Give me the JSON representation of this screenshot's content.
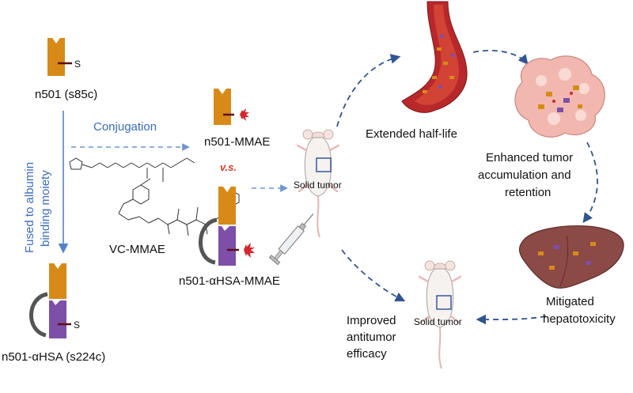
{
  "labels": {
    "n501": "n501 (s85c)",
    "s_top": "S",
    "conjugation": "Conjugation",
    "n501_mmae": "n501-MMAE",
    "vs": "v.s.",
    "fused_line1": "Fused to albumin",
    "fused_line2": "binding moiety",
    "vc_mmae": "VC-MMAE",
    "n501_ahsa_mmae": "n501-αHSA-MMAE",
    "s_bottom": "S",
    "n501_ahsa": "n501-αHSA (s224c)",
    "solid_tumor_1": "Solid tumor",
    "solid_tumor_2": "Solid tumor",
    "extended_half_life": "Extended half-life",
    "enhanced_1": "Enhanced tumor",
    "enhanced_2": "accumulation and",
    "enhanced_3": "retention",
    "mitigated_1": "Mitigated",
    "mitigated_2": "hepatotoxicity",
    "improved_1": "Improved",
    "improved_2": "antitumor",
    "improved_3": "efficacy"
  },
  "colors": {
    "nanobody_orange": "#d88a18",
    "albumin_binder_purple": "#7d4fa8",
    "drug_red": "#d4262b",
    "arrow_dark_blue": "#2f5592",
    "arrow_light_blue": "#6f95d4",
    "text_blue": "#3b6dbf",
    "vs_red": "#d83a2a",
    "vessel_red": "#b8282a",
    "tumor_pink": "#f2b8b0",
    "liver_brown": "#8b4a45"
  },
  "icons": [
    "nanobody-icon",
    "albumin-binding-moiety-icon",
    "mmae-drug-icon",
    "vc-mmae-structure-icon",
    "mouse-icon",
    "syringe-icon",
    "blood-vessel-icon",
    "tumor-tissue-icon",
    "liver-icon"
  ]
}
